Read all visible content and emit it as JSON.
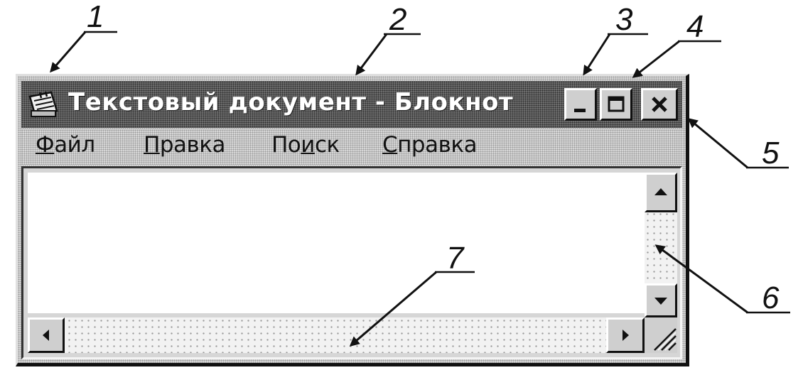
{
  "window": {
    "title": "Текстовый документ - Блокнот"
  },
  "menu": [
    {
      "accel": "Ф",
      "rest": "айл"
    },
    {
      "accel": "П",
      "rest": "равка"
    },
    {
      "pre": "По",
      "accel": "и",
      "rest": "ск"
    },
    {
      "accel": "С",
      "rest": "правка"
    }
  ],
  "callouts": [
    "1",
    "2",
    "3",
    "4",
    "5",
    "6",
    "7"
  ],
  "icons": {
    "app": "notepad-icon",
    "minimize": "minimize-icon",
    "maximize": "maximize-icon",
    "close": "close-icon",
    "scroll_up": "arrow-up-icon",
    "scroll_down": "arrow-down-icon",
    "scroll_left": "arrow-left-icon",
    "scroll_right": "arrow-right-icon",
    "size_grip": "resize-grip-icon"
  },
  "colors": {
    "title_bar": "#6f6f6f",
    "chrome": "#d6d6d6",
    "text_area": "#ffffff",
    "ink": "#111111"
  }
}
